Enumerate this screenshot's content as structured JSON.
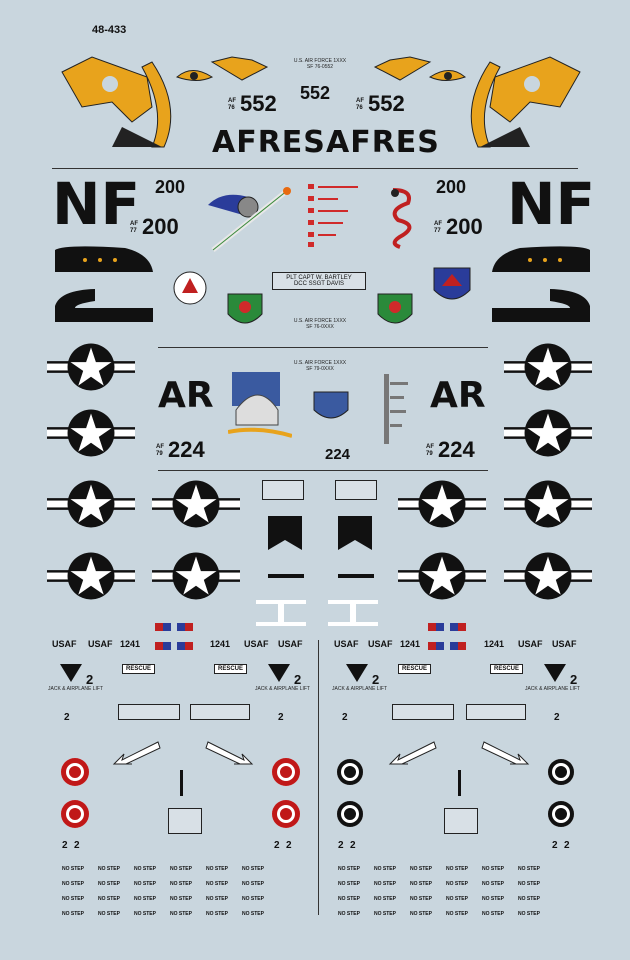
{
  "sheet_id": "48-433",
  "top": {
    "tail_number": "552",
    "serial_left": {
      "prefix": "AF 76",
      "number": "552"
    },
    "serial_right": {
      "prefix": "AF 76",
      "number": "552"
    },
    "afres_left": "AFRES",
    "afres_right": "AFRES",
    "stencil": "U.S. AIR FORCE 1XXX\nSF 76-0552"
  },
  "nf_section": {
    "code_left": "NF",
    "code_right": "NF",
    "num_left": "200",
    "num_right": "200",
    "serial_left": {
      "prefix": "AF 77",
      "number": "200"
    },
    "serial_right": {
      "prefix": "AF 77",
      "number": "200"
    },
    "crew_line1": "PLT CAPT W. BARTLEY",
    "crew_line2": "DCC SSGT DAVIS",
    "stencil": "U.S. AIR FORCE 1XXX\nSF 76-0XXX"
  },
  "ar_section": {
    "code_left": "AR",
    "code_right": "AR",
    "tail_number": "224",
    "serial_left": {
      "prefix": "AF 79",
      "number": "224"
    },
    "serial_right": {
      "prefix": "AF 79",
      "number": "224"
    },
    "stencil": "U.S. AIR FORCE 1XXX\nSF 79-0XXX"
  },
  "stencils": {
    "usaf": "USAF",
    "code_1241": "1241",
    "rescue": "RESCUE",
    "jack": "JACK & AIRPLANE LIFT",
    "digit_2": "2",
    "no_step": "NO STEP"
  },
  "colors": {
    "background": "#c9d6de",
    "tiger_orange": "#e8a31c",
    "roundel_red": "#c01818"
  }
}
